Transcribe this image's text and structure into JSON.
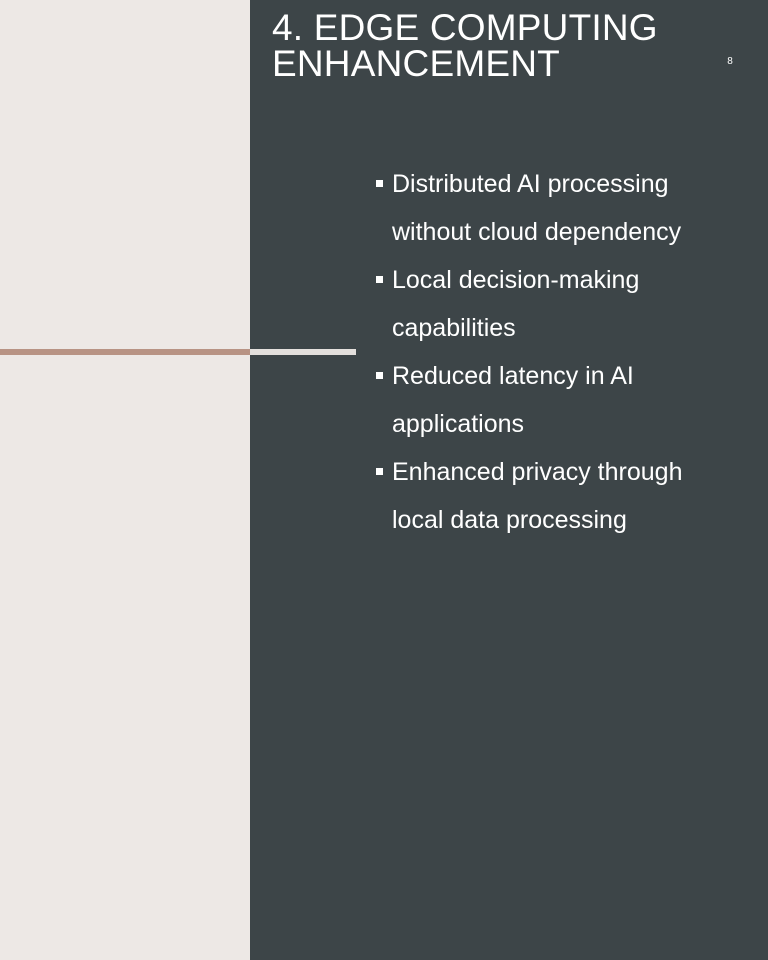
{
  "slide": {
    "title_line1": "4. EDGE COMPUTING",
    "title_line2": "ENHANCEMENT",
    "slide_number": "8",
    "bullets": [
      "Distributed AI processing without cloud dependency",
      "Local decision-making capabilities",
      "Reduced latency in AI applications",
      "Enhanced privacy through local data processing"
    ]
  },
  "colors": {
    "left_background": "#ede8e5",
    "right_background": "#3d4548",
    "accent_line": "#b89384",
    "light_line": "#e4e0dd",
    "text": "#ffffff"
  },
  "icons": {
    "bullet_marker": "square-bullet-icon"
  }
}
